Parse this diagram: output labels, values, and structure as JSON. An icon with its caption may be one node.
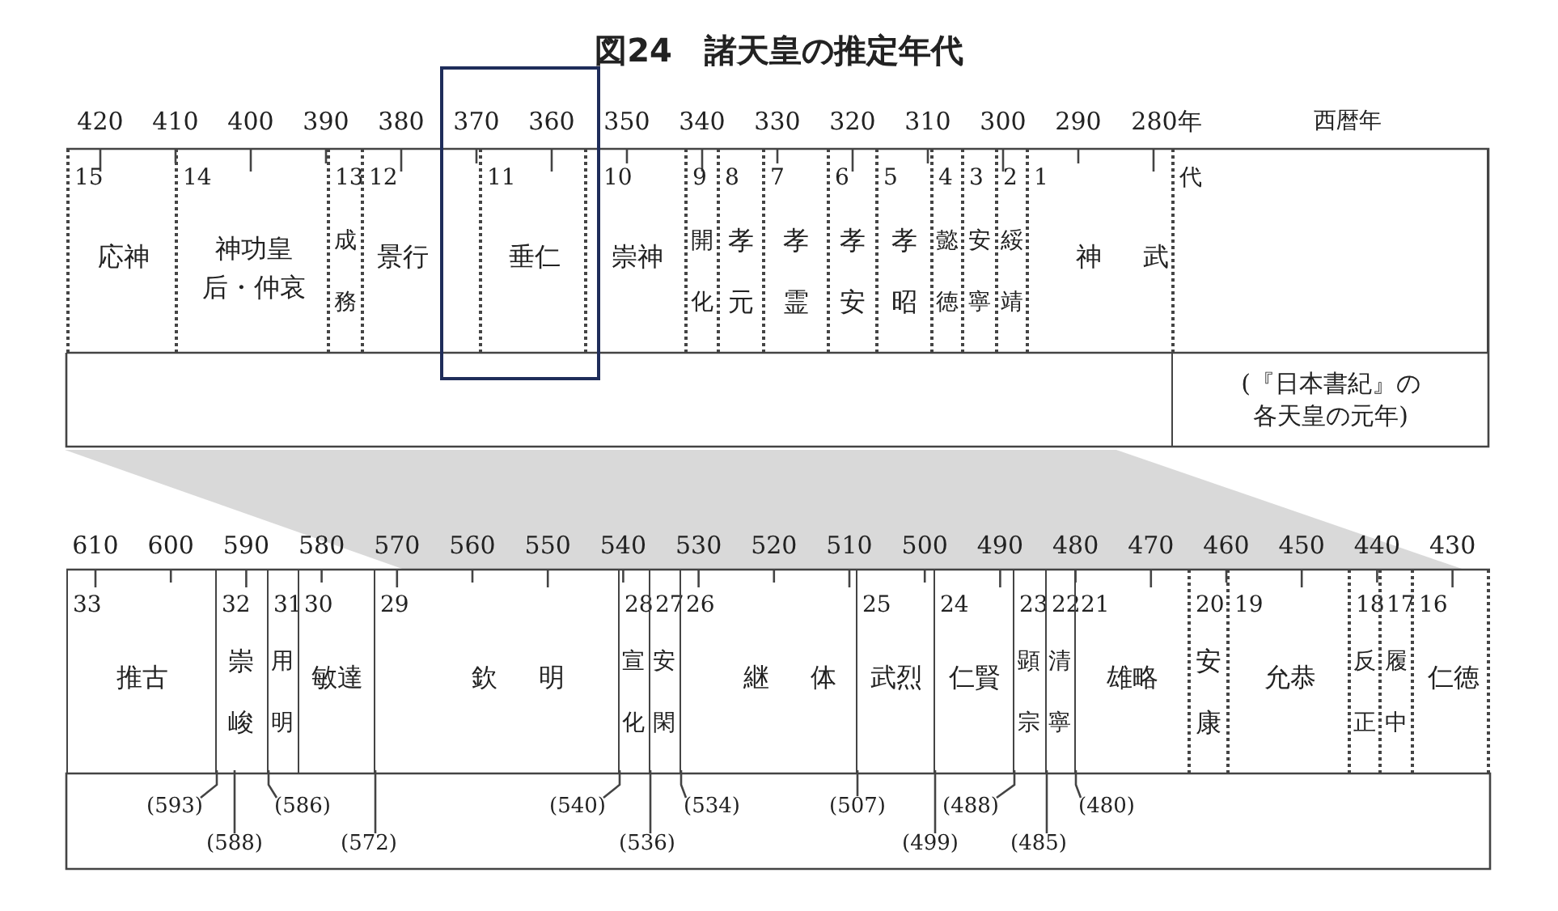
{
  "diagram": {
    "title": "図24　諸天皇の推定年代",
    "nodes": [
      {
        "text": [
          "15",
          "応神"
        ]
      },
      {
        "text": [
          "14",
          "神功皇后・仲哀"
        ]
      },
      {
        "text": [
          "13",
          "成務"
        ]
      },
      {
        "text": [
          "12",
          "景行"
        ]
      },
      {
        "text": [
          "11",
          "垂仁"
        ]
      },
      {
        "text": [
          "10",
          "崇神"
        ]
      },
      {
        "text": [
          "9",
          "開化"
        ]
      },
      {
        "text": [
          "8",
          "孝元"
        ]
      },
      {
        "text": [
          "7",
          "孝霊"
        ]
      },
      {
        "text": [
          "6",
          "孝安"
        ]
      },
      {
        "text": [
          "5",
          "孝昭"
        ]
      },
      {
        "text": [
          "4",
          "懿徳"
        ]
      },
      {
        "text": [
          "3",
          "安寧"
        ]
      },
      {
        "text": [
          "2",
          "綏靖"
        ]
      },
      {
        "text": [
          "1",
          "神武"
        ]
      },
      {
        "text": [
          "代"
        ]
      },
      {
        "text": [
          "(『日本書紀』の各天皇の元年)"
        ]
      },
      {
        "text": [
          "33",
          "推古"
        ]
      },
      {
        "text": [
          "32",
          "崇峻"
        ]
      },
      {
        "text": [
          "31",
          "用明"
        ]
      },
      {
        "text": [
          "30",
          "敏達"
        ]
      },
      {
        "text": [
          "29",
          "欽明"
        ]
      },
      {
        "text": [
          "28",
          "宣化"
        ]
      },
      {
        "text": [
          "27",
          "安閑"
        ]
      },
      {
        "text": [
          "26",
          "継体"
        ]
      },
      {
        "text": [
          "25",
          "武烈"
        ]
      },
      {
        "text": [
          "24",
          "仁賢"
        ]
      },
      {
        "text": [
          "23",
          "顕宗"
        ]
      },
      {
        "text": [
          "22",
          "清寧"
        ]
      },
      {
        "text": [
          "21",
          "雄略"
        ]
      },
      {
        "text": [
          "20",
          "安康"
        ]
      },
      {
        "text": [
          "19",
          "允恭"
        ]
      },
      {
        "text": [
          "18",
          "反正"
        ]
      },
      {
        "text": [
          "17",
          "履中"
        ]
      },
      {
        "text": [
          "16",
          "仁徳"
        ]
      },
      {
        "text": [
          "(593)"
        ]
      },
      {
        "text": [
          "(586)"
        ]
      },
      {
        "text": [
          "(540)"
        ]
      },
      {
        "text": [
          "(534)"
        ]
      },
      {
        "text": [
          "(507)"
        ]
      },
      {
        "text": [
          "(488)"
        ]
      },
      {
        "text": [
          "(480)"
        ]
      },
      {
        "text": [
          "(588)"
        ]
      },
      {
        "text": [
          "(572)"
        ]
      },
      {
        "text": [
          "(536)"
        ]
      },
      {
        "text": [
          "(499)"
        ]
      },
      {
        "text": [
          "(485)"
        ]
      }
    ],
    "edges": [
      {
        "from": 35,
        "to": 18,
        "arrow": "none"
      },
      {
        "from": 36,
        "to": 19,
        "arrow": "none"
      },
      {
        "from": 37,
        "to": 22,
        "arrow": "none"
      },
      {
        "from": 38,
        "to": 24,
        "arrow": "none"
      },
      {
        "from": 39,
        "to": 25,
        "arrow": "none"
      },
      {
        "from": 40,
        "to": 27,
        "arrow": "none"
      },
      {
        "from": 41,
        "to": 29,
        "arrow": "none"
      },
      {
        "from": 42,
        "to": 18,
        "arrow": "none"
      },
      {
        "from": 43,
        "to": 21,
        "arrow": "none"
      },
      {
        "from": 44,
        "to": 23,
        "arrow": "none"
      },
      {
        "from": 45,
        "to": 26,
        "arrow": "none"
      },
      {
        "from": 46,
        "to": 28,
        "arrow": "none"
      }
    ],
    "labels": [
      "420",
      "410",
      "400",
      "390",
      "380",
      "370",
      "360",
      "350",
      "340",
      "330",
      "320",
      "310",
      "300",
      "290",
      "280年",
      "西暦年",
      "610",
      "600",
      "590",
      "580",
      "570",
      "560",
      "550",
      "540",
      "530",
      "520",
      "510",
      "500",
      "490",
      "480",
      "470",
      "460",
      "450",
      "440",
      "430"
    ]
  }
}
